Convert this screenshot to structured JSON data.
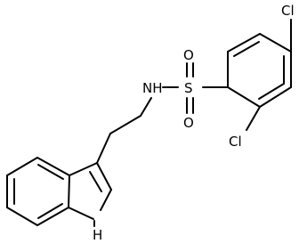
{
  "molecule": {
    "atom_labels": {
      "cl_top": "Cl",
      "cl_bottom": "Cl",
      "sulfur": "S",
      "oxygen_upper": "O",
      "oxygen_lower": "O",
      "amide_nh": "NH",
      "indole_nh": "H"
    }
  },
  "colors": {
    "stroke": "#000000",
    "background": "#ffffff"
  }
}
